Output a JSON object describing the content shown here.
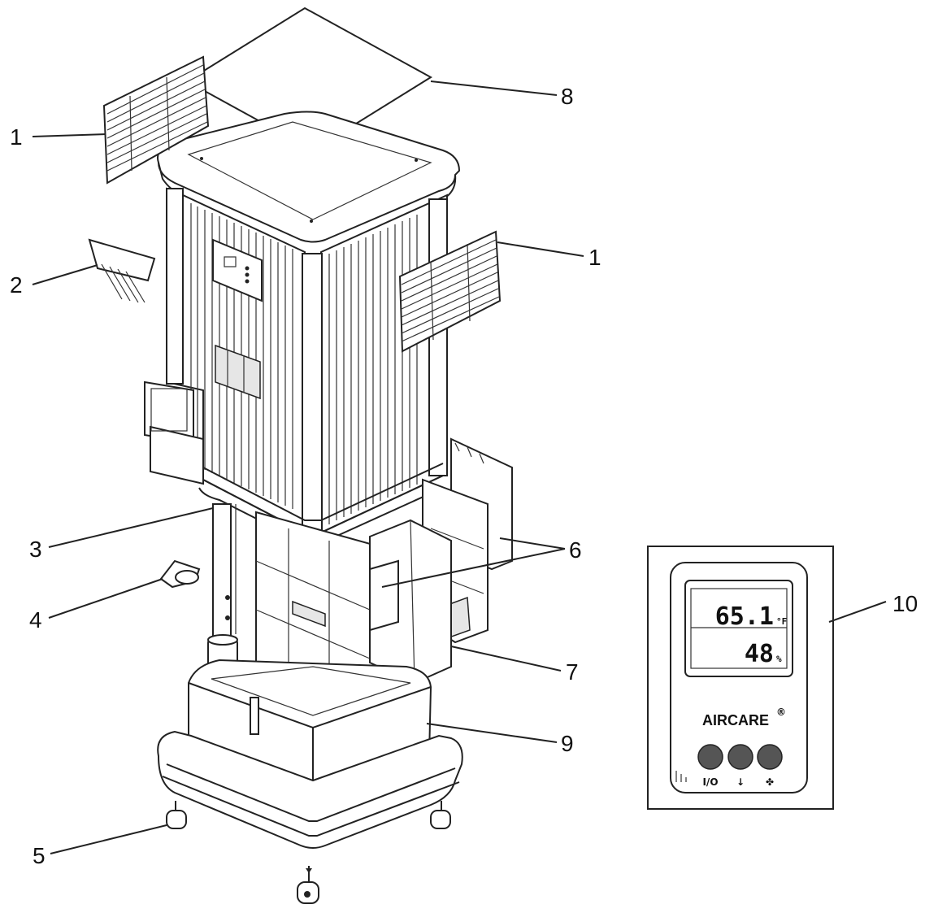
{
  "callouts": {
    "c1_left": "1",
    "c1_right": "1",
    "c2": "2",
    "c3": "3",
    "c4": "4",
    "c5": "5",
    "c6": "6",
    "c7": "7",
    "c8": "8",
    "c9": "9",
    "c10": "10"
  },
  "display": {
    "temperature": "65.1",
    "temp_unit": "°F",
    "humidity": "48",
    "humidity_unit": "%",
    "brand": "AIRCARE",
    "brand_mark": "®",
    "button_labels": [
      "I/O",
      "↓",
      "✤"
    ]
  },
  "icons": {
    "fan_icon": "propeller-icon",
    "power_icon": "power-icon",
    "down_icon": "down-arrow-icon"
  },
  "colors": {
    "line": "#222222",
    "button": "#555555",
    "background": "#ffffff"
  }
}
